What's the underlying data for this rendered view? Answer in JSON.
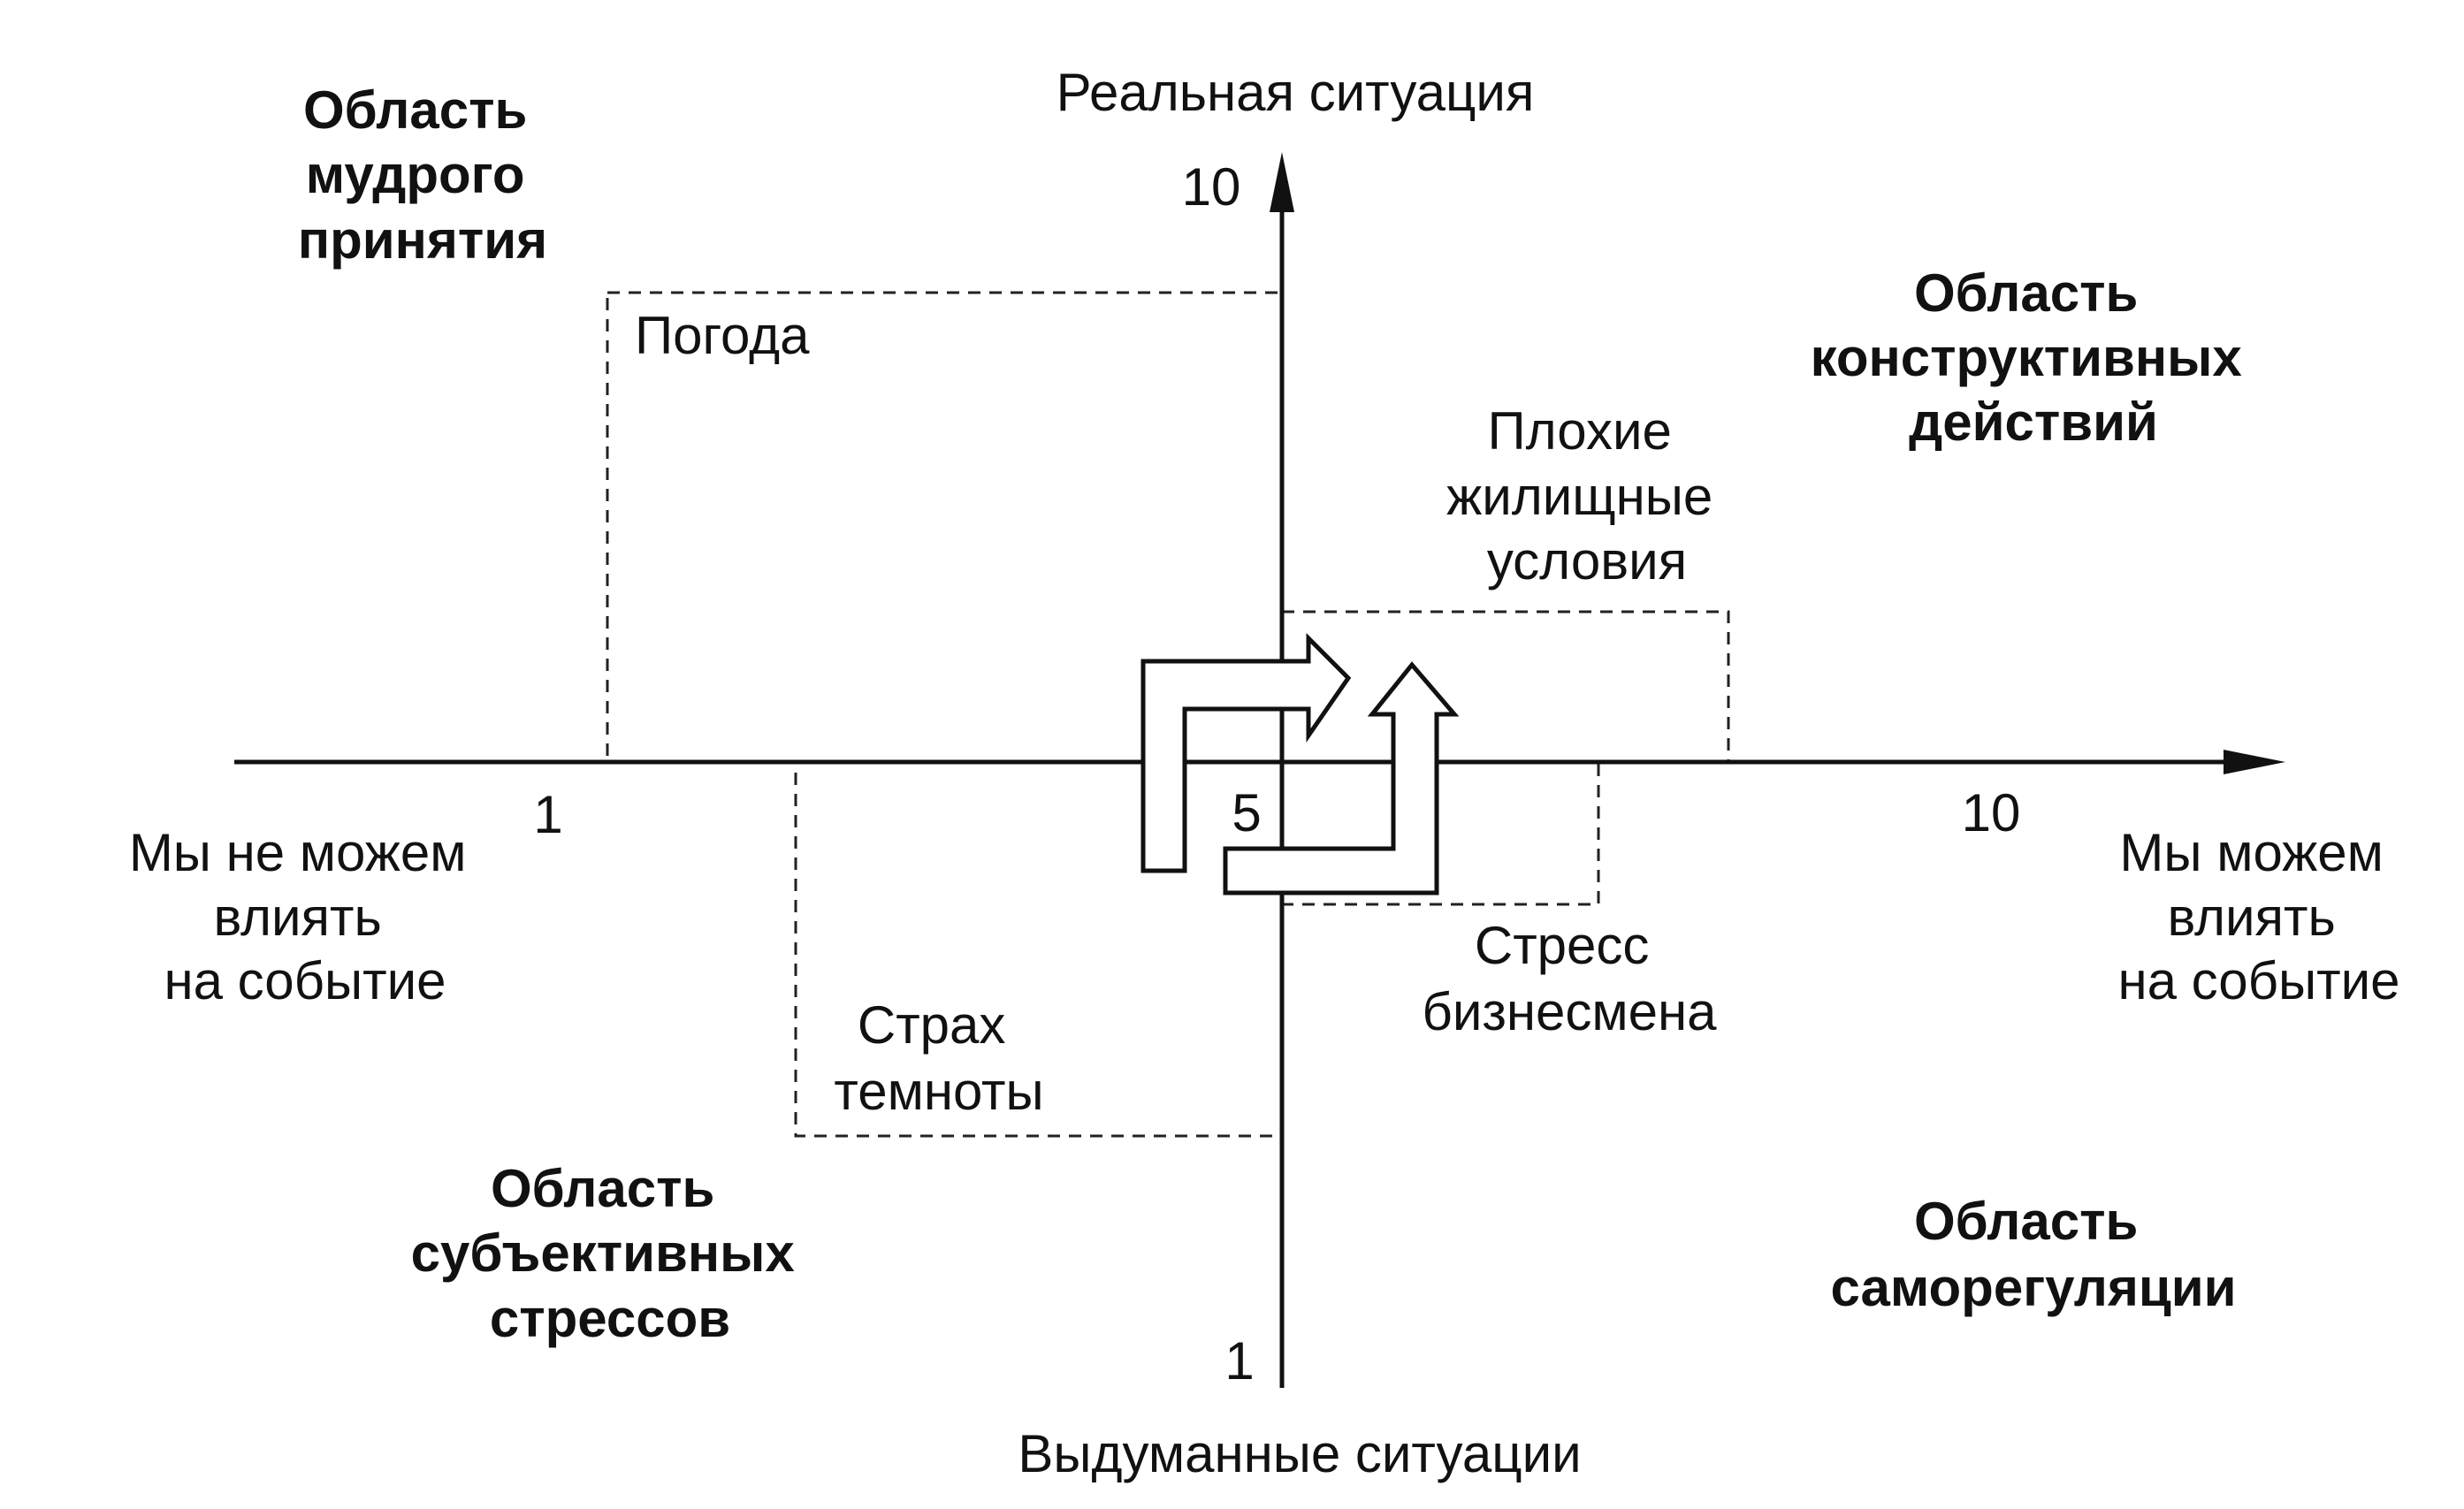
{
  "axes": {
    "y_top_title": "Реальная ситуация",
    "y_bottom_title": "Выдуманные ситуации",
    "x_left_title": [
      "Мы не можем",
      "влиять",
      "на событие"
    ],
    "x_right_title": [
      "Мы можем",
      "влиять",
      "на событие"
    ],
    "x_ticks": {
      "left": "1",
      "center": "5",
      "right": "10"
    },
    "y_ticks": {
      "top": "10",
      "bottom": "1"
    }
  },
  "regions": {
    "top_left": [
      "Область",
      "мудрого",
      "принятия"
    ],
    "top_right": [
      "Область",
      "конструктивных",
      "действий"
    ],
    "bottom_left": [
      "Область",
      "субъективных",
      "стрессов"
    ],
    "bottom_right": [
      "Область",
      "саморегуляции"
    ]
  },
  "items": {
    "weather": "Погода",
    "bad_housing": [
      "Плохие",
      "жилищные",
      "условия"
    ],
    "darkness": [
      "Страх",
      "темноты"
    ],
    "business": [
      "Стресс",
      "бизнесмена"
    ]
  }
}
